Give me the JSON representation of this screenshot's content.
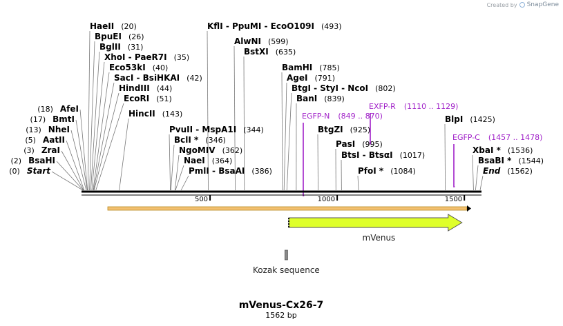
{
  "credit": {
    "created_by": "Created by",
    "brand": "SnapGene"
  },
  "sequence": {
    "name": "mVenus-Cx26-7",
    "length_label": "1562 bp",
    "length": 1562
  },
  "colors": {
    "primer": "#a020c8",
    "feature_fill": "#dfff2a",
    "orf": "#f2c070",
    "dna": "#000000"
  },
  "ticks": [
    {
      "pos": 500,
      "label": "500"
    },
    {
      "pos": 1000,
      "label": "1000"
    },
    {
      "pos": 1500,
      "label": "1500"
    }
  ],
  "sites_left": [
    {
      "name": "AfeI",
      "pos": 18,
      "label": "(18)"
    },
    {
      "name": "BmtI",
      "pos": 17,
      "label": "(17)"
    },
    {
      "name": "NheI",
      "pos": 13,
      "label": "(13)"
    },
    {
      "name": "AatII",
      "pos": 5,
      "label": "(5)"
    },
    {
      "name": "ZraI",
      "pos": 3,
      "label": "(3)"
    },
    {
      "name": "BsaHI",
      "pos": 2,
      "label": "(2)"
    },
    {
      "name": "Start",
      "pos": 0,
      "label": "(0)",
      "italic": true
    }
  ],
  "sites_right": [
    {
      "name": "HaeII",
      "pos": 20,
      "label": "(20)"
    },
    {
      "name": "BpuEI",
      "pos": 26,
      "label": "(26)"
    },
    {
      "name": "BglII",
      "pos": 31,
      "label": "(31)"
    },
    {
      "name": "XhoI  -  PaeR7I",
      "pos": 35,
      "label": "(35)"
    },
    {
      "name": "Eco53kI",
      "pos": 40,
      "label": "(40)"
    },
    {
      "name": "SacI  -  BsiHKAI",
      "pos": 42,
      "label": "(42)"
    },
    {
      "name": "HindIII",
      "pos": 44,
      "label": "(44)"
    },
    {
      "name": "EcoRI",
      "pos": 51,
      "label": "(51)"
    },
    {
      "name": "HincII",
      "pos": 143,
      "label": "(143)"
    },
    {
      "name": "KflI  -  PpuMI  -  EcoO109I",
      "pos": 493,
      "label": "(493)"
    },
    {
      "name": "AlwNI",
      "pos": 599,
      "label": "(599)"
    },
    {
      "name": "BstXI",
      "pos": 635,
      "label": "(635)"
    },
    {
      "name": "PvuII  -  MspA1I",
      "pos": 344,
      "label": "(344)"
    },
    {
      "name": "BclI *",
      "pos": 346,
      "label": "(346)"
    },
    {
      "name": "NgoMIV",
      "pos": 362,
      "label": "(362)"
    },
    {
      "name": "NaeI",
      "pos": 364,
      "label": "(364)"
    },
    {
      "name": "PmlI  -  BsaAI",
      "pos": 386,
      "label": "(386)"
    },
    {
      "name": "BamHI",
      "pos": 785,
      "label": "(785)"
    },
    {
      "name": "AgeI",
      "pos": 791,
      "label": "(791)"
    },
    {
      "name": "BtgI  -  StyI  -  NcoI",
      "pos": 802,
      "label": "(802)"
    },
    {
      "name": "BanI",
      "pos": 839,
      "label": "(839)"
    },
    {
      "name": "BtgZI",
      "pos": 925,
      "label": "(925)"
    },
    {
      "name": "PasI",
      "pos": 995,
      "label": "(995)"
    },
    {
      "name": "BtsI  -  BtsαI",
      "pos": 1017,
      "label": "(1017)"
    },
    {
      "name": "PfoI *",
      "pos": 1084,
      "label": "(1084)"
    },
    {
      "name": "BlpI",
      "pos": 1425,
      "label": "(1425)"
    },
    {
      "name": "XbaI *",
      "pos": 1536,
      "label": "(1536)"
    },
    {
      "name": "BsaBI *",
      "pos": 1544,
      "label": "(1544)"
    },
    {
      "name": "End",
      "pos": 1562,
      "label": "(1562)",
      "italic": true
    }
  ],
  "primers": [
    {
      "name": "EGFP-N",
      "range": "(849 .. 870)",
      "start": 849,
      "end": 870
    },
    {
      "name": "EXFP-R",
      "range": "(1110 .. 1129)",
      "start": 1110,
      "end": 1129
    },
    {
      "name": "EGFP-C",
      "range": "(1457 .. 1478)",
      "start": 1457,
      "end": 1478
    }
  ],
  "features": [
    {
      "name": "mVenus",
      "start": 807,
      "end": 1526,
      "direction": "forward"
    },
    {
      "name": "Kozak sequence",
      "start": 797,
      "end": 807
    }
  ],
  "orf": {
    "start": 100,
    "end": 1520
  }
}
